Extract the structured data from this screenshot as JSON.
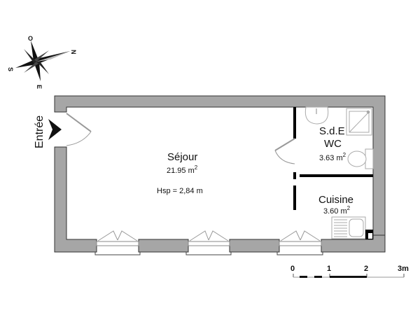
{
  "compass": {
    "north_label": "N",
    "south_label": "S",
    "east_label": "E",
    "west_label": "O"
  },
  "entrance": {
    "label": "Entrée"
  },
  "rooms": [
    {
      "id": "sejour",
      "name": "Séjour",
      "area": "21.95 m",
      "area_exp": "2",
      "height_label": "Hsp = 2,84 m"
    },
    {
      "id": "sde",
      "name": "S.d.E",
      "name2": "WC",
      "area": "3.63 m",
      "area_exp": "2"
    },
    {
      "id": "cuisine",
      "name": "Cuisine",
      "area": "3.60 m",
      "area_exp": "2"
    }
  ],
  "scale_bar": {
    "ticks": [
      "0",
      "1",
      "2",
      "3m"
    ]
  },
  "colors": {
    "wall_fill": "#a6a6a6",
    "wall_stroke": "#333333",
    "partition": "#000000",
    "fixture_line": "#aaaaaa"
  }
}
